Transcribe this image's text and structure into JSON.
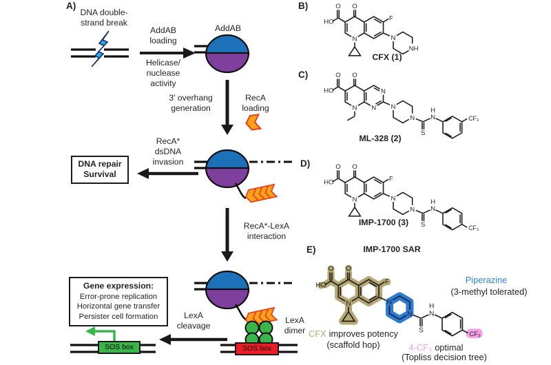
{
  "colors": {
    "addab_blue": "#1d71b8",
    "addab_purple": "#7e3f9d",
    "bolt_blue": "#29abe2",
    "chevron_fill": "#faa21b",
    "chevron_stroke": "#e8431f",
    "lexa_green": "#39b54a",
    "sos_red": "#ed1c24",
    "highlight_tan": "#b5a873",
    "highlight_blue": "#2b7cd6",
    "highlight_pink": "#f2a0e7",
    "annotation_blue": "#2e86d8",
    "annotation_tan": "#b3a770",
    "annotation_pink": "#efa4e8"
  },
  "panel_a": {
    "label": "A)",
    "dsb": "DNA double-\nstrand break",
    "addab_loading": "AddAB\nloading",
    "helicase": "Helicase/\nnuclease\nactivity",
    "addab": "AddAB",
    "overhang": "3' overhang\ngeneration",
    "reca_loading": "RecA\nloading",
    "invasion": "RecA*\ndsDNA\ninvasion",
    "repair_box": "DNA repair\nSurvival",
    "reca_lexa": "RecA*-LexA\ninteraction",
    "lexa_cleavage": "LexA\ncleavage",
    "lexa_dimer": "LexA\ndimer",
    "gene_expr_title": "Gene expression:",
    "gene_expr_lines": "Error-prone replication\nHorizontal gene transfer\nPersister cell formation",
    "sos_green": "SOS box",
    "sos_red": "SOS box"
  },
  "panel_b": {
    "label": "B)",
    "name": "CFX (1)",
    "atoms": {
      "ho": "HO",
      "o_acid": "O",
      "o_ketone": "O",
      "f": "F",
      "n1": "N",
      "n_pip": "N",
      "nh_pip": "NH"
    }
  },
  "panel_c": {
    "label": "C)",
    "name": "ML-328 (2)",
    "atoms": {
      "ho": "HO",
      "o_acid": "O",
      "o_ketone": "O",
      "n_ring_a": "N",
      "n_ring_b": "N",
      "n8": "N",
      "n_pip": "N",
      "n_pip2": "N",
      "s": "S",
      "n_amide": "N",
      "h_amide": "H",
      "cf3": "CF₃"
    }
  },
  "panel_d": {
    "label": "D)",
    "name": "IMP-1700 (3)",
    "atoms": {
      "ho": "HO",
      "o_acid": "O",
      "o_ketone": "O",
      "f": "F",
      "n1": "N",
      "n_pip": "N",
      "n_pip2": "N",
      "s": "S",
      "n_amide": "N",
      "h_amide": "H",
      "cf3": "CF₃"
    }
  },
  "panel_e": {
    "label": "E)",
    "title": "IMP-1700 SAR",
    "atoms": {
      "ho": "HO",
      "o_acid": "O",
      "o_ketone": "O",
      "f": "F",
      "n1": "N",
      "n_pip": "N",
      "n_pip2": "N",
      "s": "S",
      "n_amide": "N",
      "h_amide": "H",
      "cf3": "CF₃"
    },
    "annotations": {
      "piperazine": "Piperazine",
      "piperazine_note": "(3-methyl tolerated)",
      "cfx": "CFX",
      "cfx_note": "improves potency",
      "cfx_sub": "(scaffold hop)",
      "cf3": "4-CF₃",
      "cf3_note": "optimal",
      "cf3_sub": "(Topliss decision tree)"
    }
  }
}
